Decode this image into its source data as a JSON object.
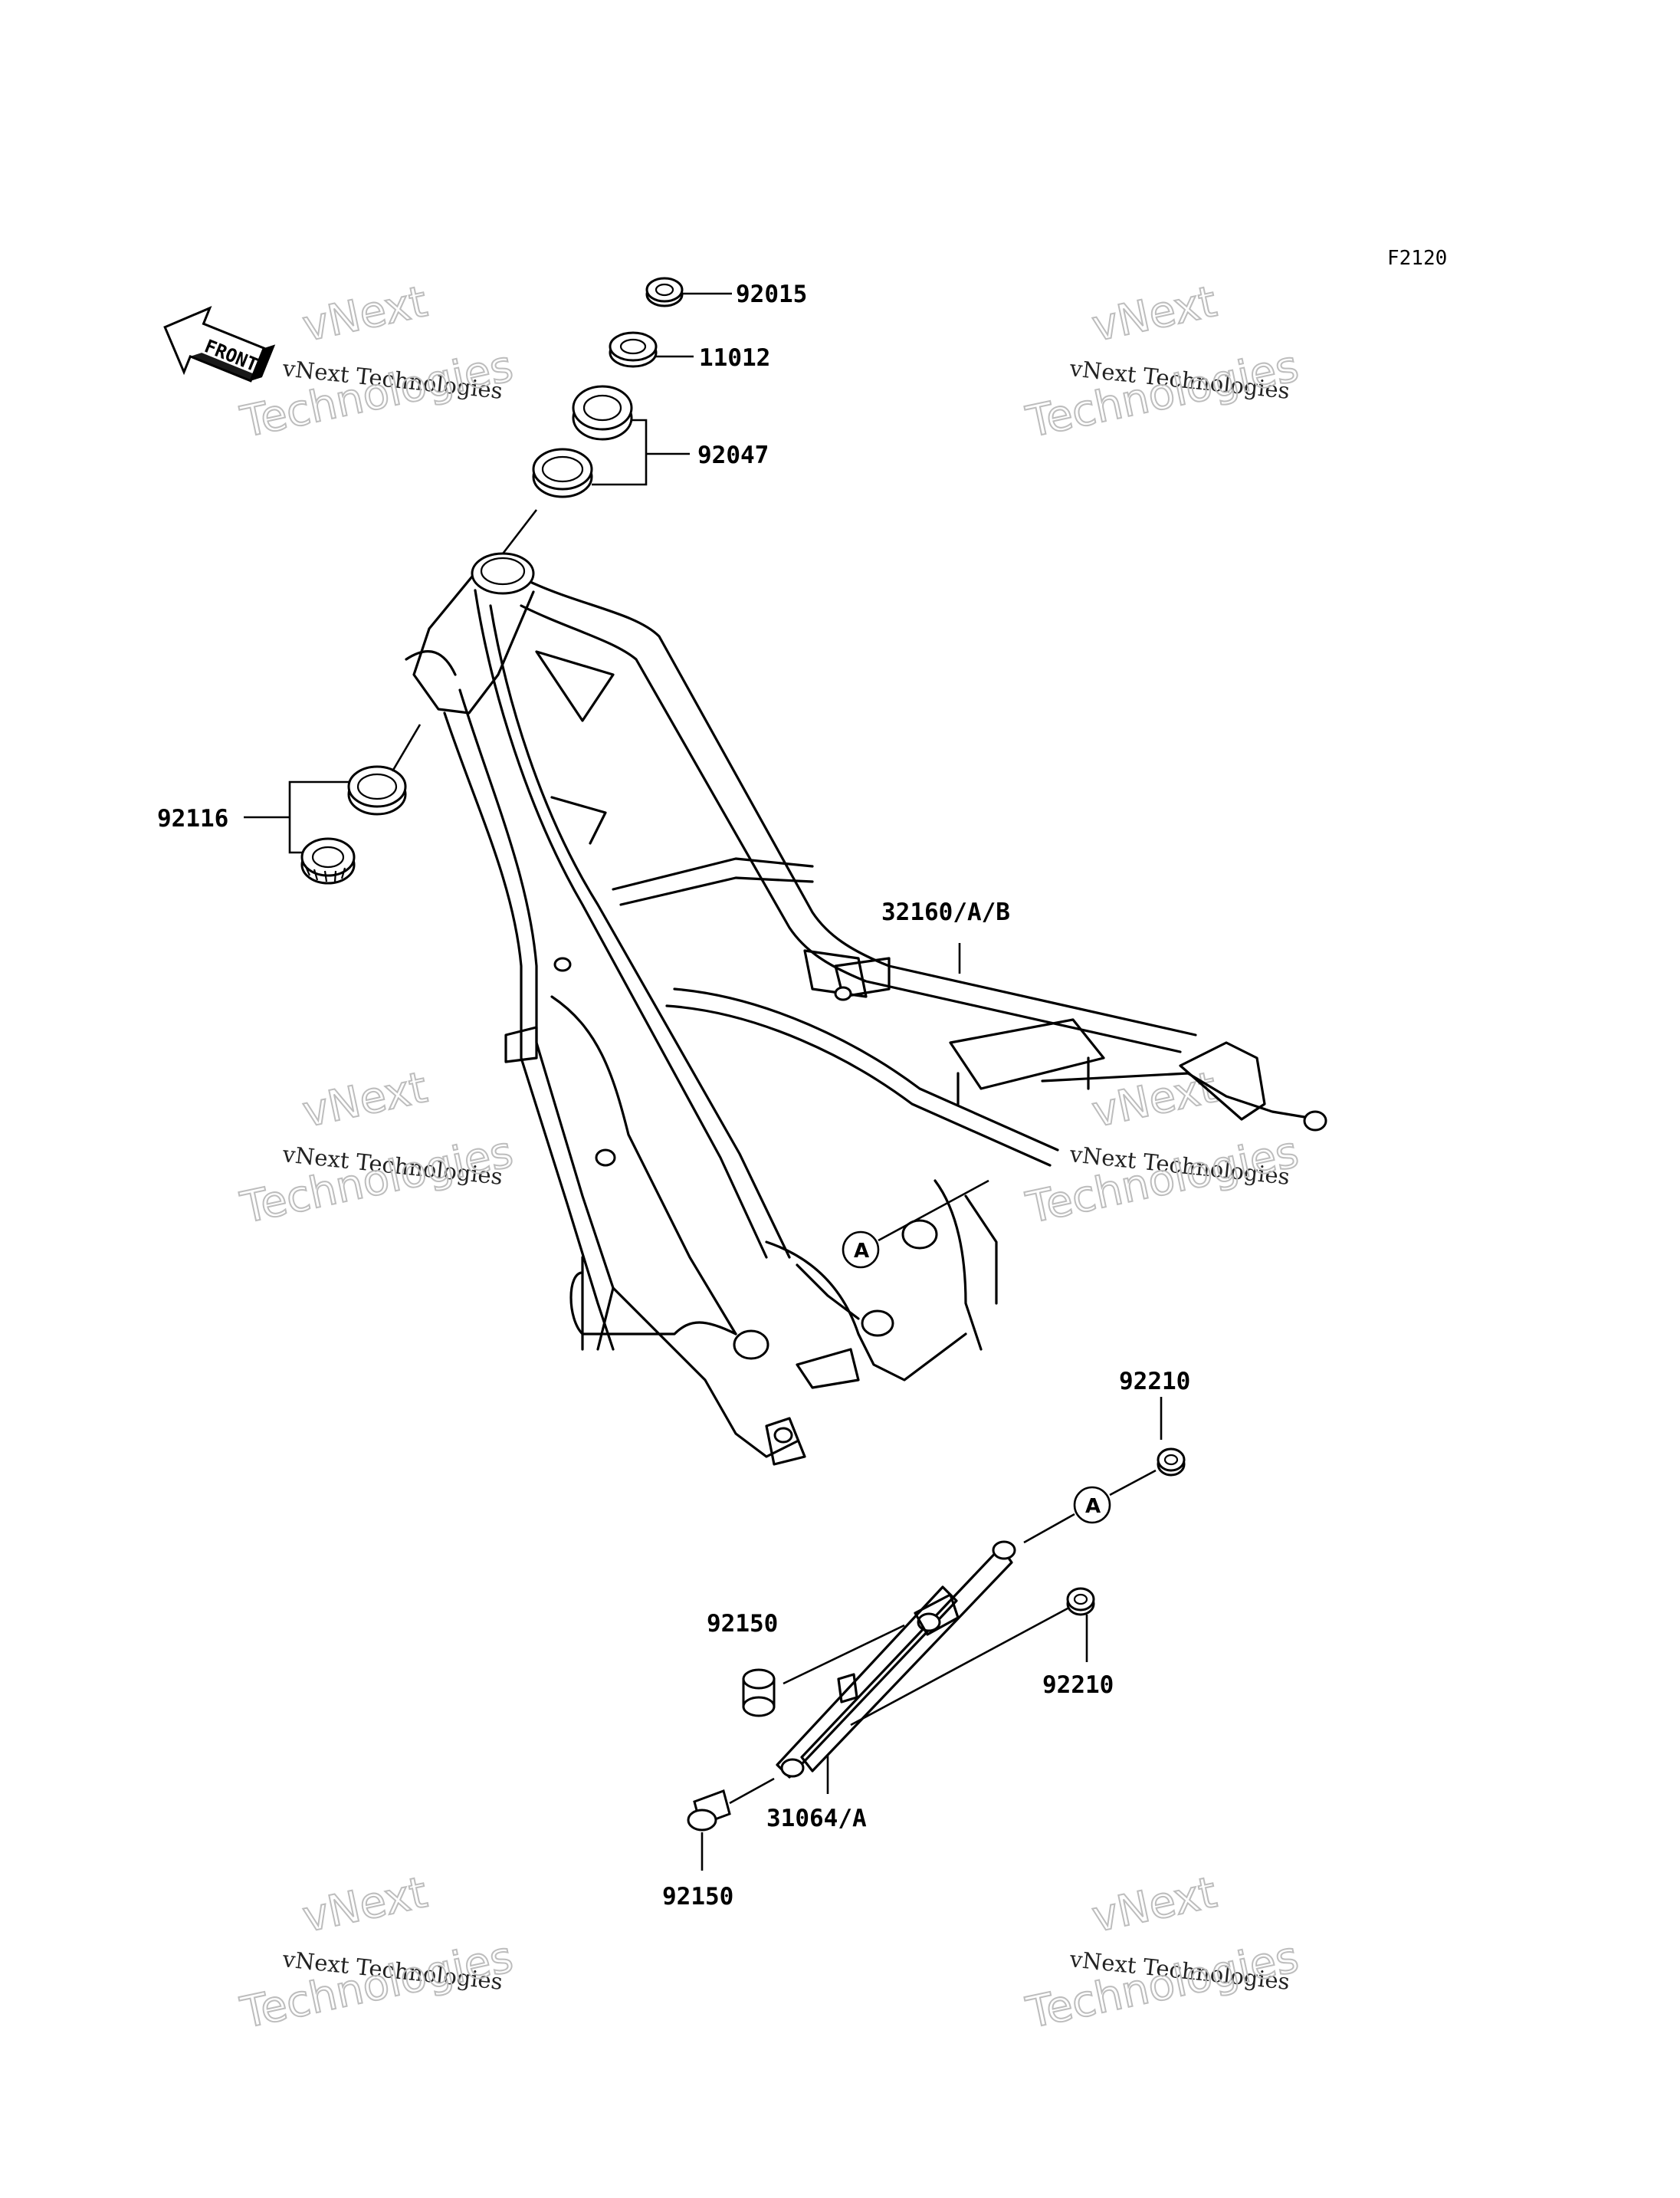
{
  "diagram_code": "F2120",
  "front_label": "FRONT",
  "callout_letter": "A",
  "watermark": {
    "line1": "vNext",
    "line2": "vNext Technologies",
    "line3": "Technologies"
  },
  "parts": {
    "p92015": "92015",
    "p11012": "11012",
    "p92047": "92047",
    "p92116": "92116",
    "p32160": "32160/A/B",
    "p92210_top": "92210",
    "p92150_upper": "92150",
    "p92210_lower": "92210",
    "p31064": "31064/A",
    "p92150_lower": "92150"
  }
}
